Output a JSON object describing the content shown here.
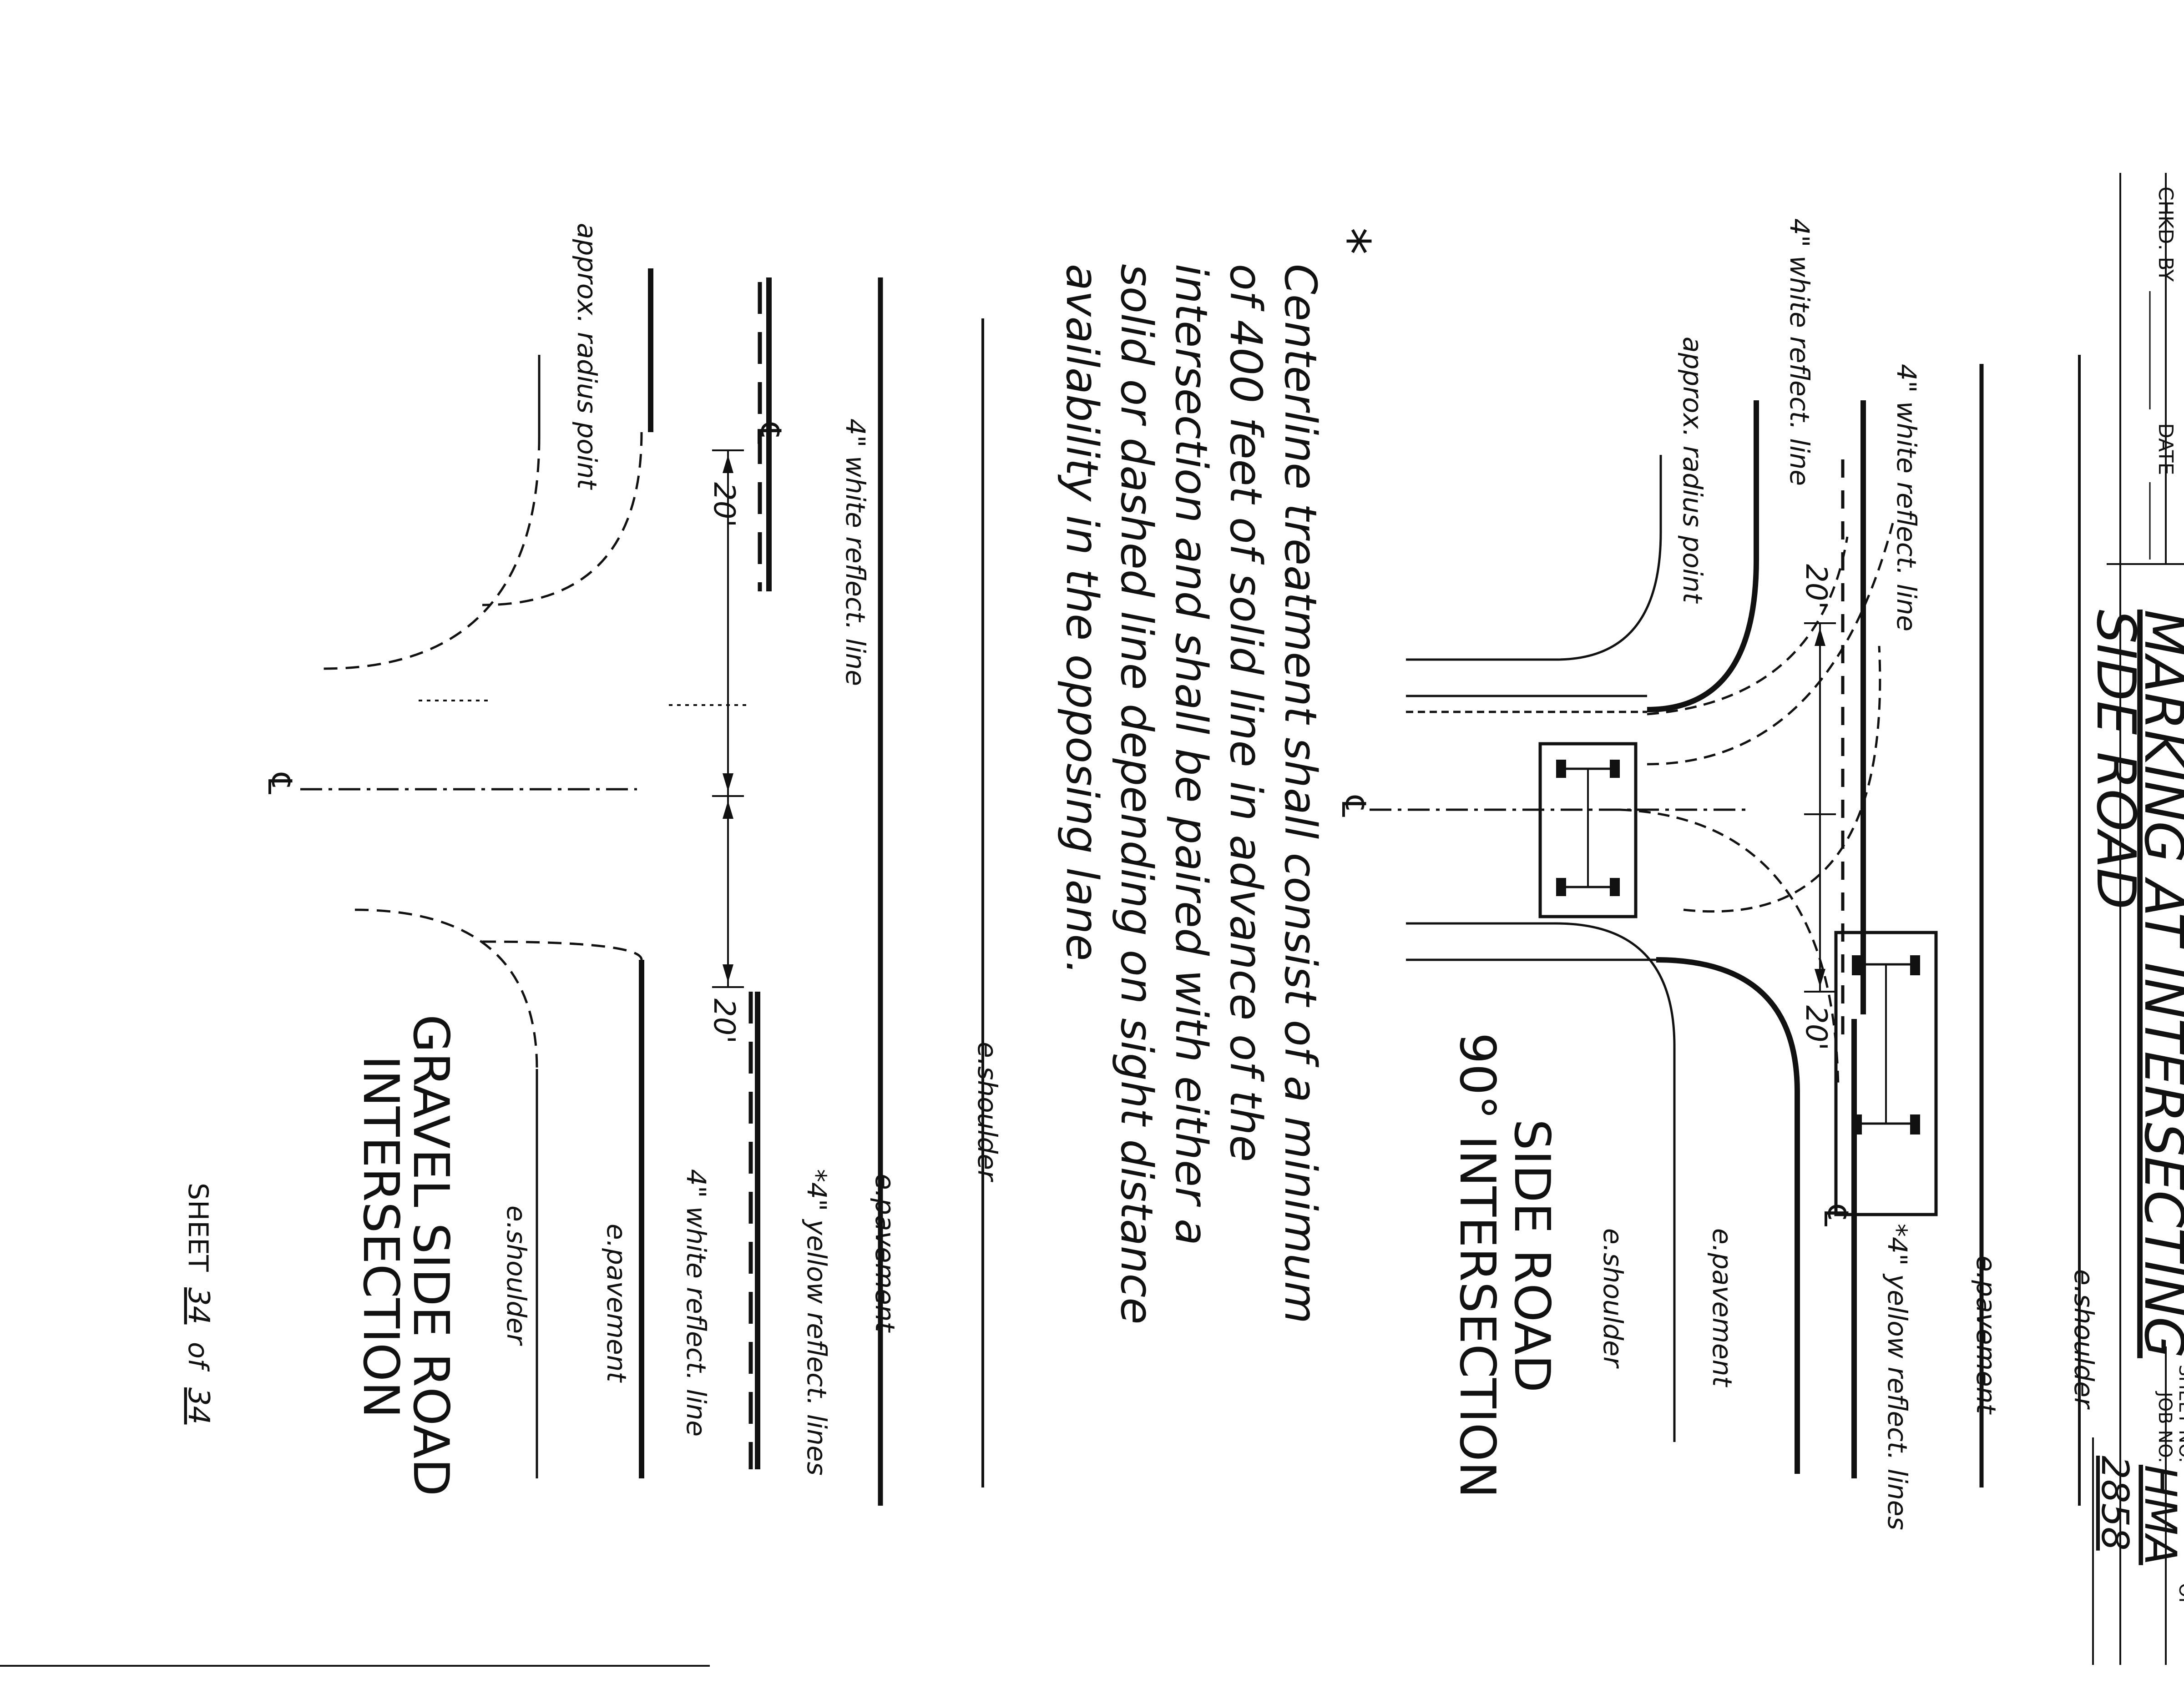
{
  "title_block": {
    "title_line1": "MARKING AT INTERSECTING",
    "title_line2": "SIDE ROAD",
    "chkd_by_label": "CHKD. BY",
    "date_label": "DATE",
    "sheet_no_label": "SHEET NO.",
    "of_label": "OF",
    "job_no_label": "JOB NO.",
    "job_no_value": "HMA",
    "job_no_sub": "2858"
  },
  "top_diagram": {
    "caption_line1": "SIDE ROAD",
    "caption_line2": "90° INTERSECTION",
    "labels": {
      "e_shoulder_top": "e.shoulder",
      "e_pavement_top": "e.pavement",
      "yellow_lines": "*4\" yellow reflect. lines",
      "white_line_upper": "4\" white reflect. line",
      "white_line_lower": "4\" white reflect. line",
      "radius_point": "approx. radius point",
      "dim_left": "20'",
      "dim_right": "20'",
      "e_pavement_bottom": "e.pavement",
      "e_shoulder_bottom": "e.shoulder",
      "centerline_left": "℄",
      "centerline_right": "℄"
    }
  },
  "note": {
    "star": "*",
    "line1": "Centerline treatment shall consist of a minimum",
    "line2": "of 400 feet of solid line in advance of the",
    "line3": "intersection and shall be paired with either a",
    "line4": "solid or dashed line depending on sight distance",
    "line5": "availability in the opposing lane."
  },
  "bottom_diagram": {
    "caption_line1": "GRAVEL SIDE ROAD",
    "caption_line2": "INTERSECTION",
    "labels": {
      "e_shoulder_top": "e.shoulder",
      "e_pavement_top": "e.pavement",
      "white_line_upper": "4\" white reflect. line",
      "yellow_lines": "*4\" yellow reflect. lines",
      "white_line_lower": "4\" white reflect. line",
      "radius_point": "approx. radius point",
      "dim_left": "20'",
      "dim_right": "20'",
      "e_pavement_bottom": "e.pavement",
      "e_shoulder_bottom": "e.shoulder",
      "centerline_left": "℄",
      "centerline_mid": "℄"
    }
  },
  "footer": {
    "sheet_label": "SHEET",
    "sheet_num": "34",
    "of_label": "of",
    "sheet_total": "34"
  }
}
